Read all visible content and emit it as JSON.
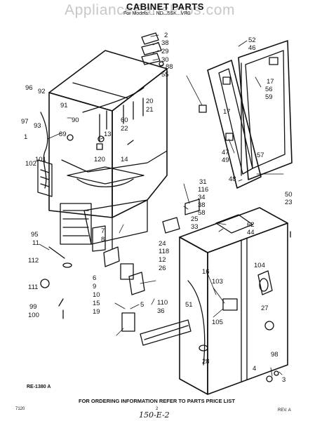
{
  "header": {
    "title": "CABINET PARTS",
    "subtitle": "For Models: ... ND...5SK...VR0",
    "watermark": "AppliancePartsPros.com"
  },
  "footer": {
    "figure_code": "RE-1380 A",
    "note": "FOR ORDERING INFORMATION REFER TO PARTS PRICE LIST",
    "page_code": "7120",
    "page_number": "2",
    "revision": "REV. A",
    "handwritten": "150-E-2"
  },
  "callouts": [
    "2",
    "38",
    "29",
    "30",
    "88",
    "55",
    "52",
    "46",
    "17",
    "56",
    "59",
    "17",
    "47",
    "49",
    "57",
    "48",
    "50",
    "23",
    "96",
    "92",
    "91",
    "90",
    "97",
    "93",
    "89",
    "1",
    "13",
    "120",
    "14",
    "60",
    "22",
    "20",
    "21",
    "101",
    "102",
    "31",
    "116",
    "34",
    "38",
    "58",
    "25",
    "33",
    "62",
    "44",
    "95",
    "11",
    "7",
    "8",
    "24",
    "118",
    "12",
    "26",
    "112",
    "111",
    "6",
    "9",
    "10",
    "15",
    "5",
    "19",
    "110",
    "36",
    "99",
    "100",
    "16",
    "104",
    "103",
    "51",
    "105",
    "27",
    "28",
    "4",
    "98",
    "3"
  ],
  "colors": {
    "ink": "#111111",
    "watermark": "#c7c7c7",
    "paper": "#ffffff"
  }
}
